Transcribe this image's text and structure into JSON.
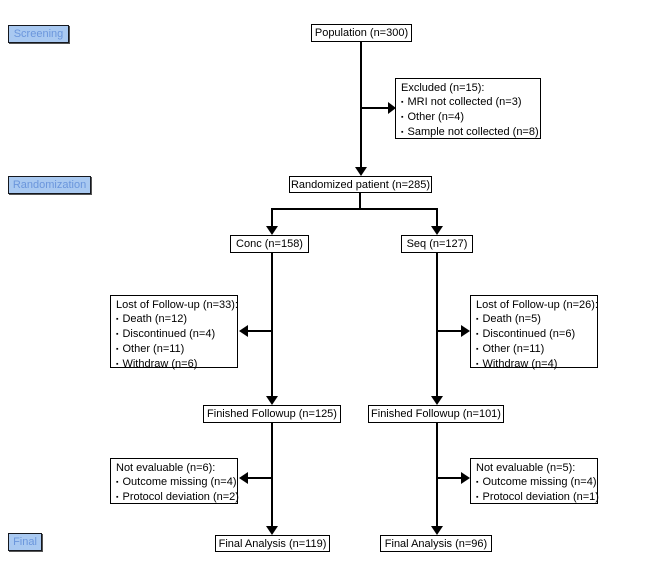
{
  "stages": [
    {
      "label": "Screening"
    },
    {
      "label": "Randomization"
    },
    {
      "label": "Final"
    }
  ],
  "boxes": {
    "population": {
      "label": "Population (n=300)"
    },
    "excluded": {
      "title": "Excluded (n=15):",
      "items": [
        "MRI not collected (n=3)",
        "Other (n=4)",
        "Sample not collected (n=8)"
      ]
    },
    "randomized": {
      "label": "Randomized patient (n=285)"
    },
    "conc": {
      "label": "Conc (n=158)"
    },
    "seq": {
      "label": "Seq (n=127)"
    },
    "lost_conc": {
      "title": "Lost of Follow-up (n=33):",
      "items": [
        "Death (n=12)",
        "Discontinued (n=4)",
        "Other (n=11)",
        "Withdraw (n=6)"
      ]
    },
    "lost_seq": {
      "title": "Lost of Follow-up (n=26):",
      "items": [
        "Death (n=5)",
        "Discontinued (n=6)",
        "Other (n=11)",
        "Withdraw (n=4)"
      ]
    },
    "finished_conc": {
      "label": "Finished Followup (n=125)"
    },
    "finished_seq": {
      "label": "Finished Followup (n=101)"
    },
    "not_evaluable_conc": {
      "title": "Not evaluable (n=6):",
      "items": [
        "Outcome missing (n=4)",
        "Protocol deviation (n=2)"
      ]
    },
    "not_evaluable_seq": {
      "title": "Not evaluable (n=5):",
      "items": [
        "Outcome missing (n=4)",
        "Protocol deviation (n=1)"
      ]
    },
    "final_conc": {
      "label": "Final Analysis (n=119)"
    },
    "final_seq": {
      "label": "Final Analysis (n=96)"
    }
  },
  "colors": {
    "background": "#ffffff",
    "box_border": "#000000",
    "line": "#000000",
    "stage_fill": "#a9c9f1",
    "stage_border": "#15181f",
    "stage_text": "#6b96dc"
  }
}
